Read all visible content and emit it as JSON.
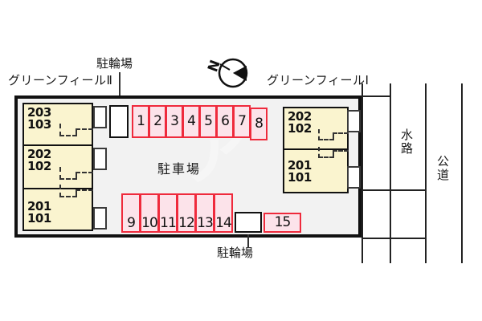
{
  "map": {
    "title_left_building": "グリーンフィールⅡ",
    "title_right_building": "グリーンフィールⅠ",
    "parking_area_label": "駐車場",
    "bike_parking_top_label": "駐輪場",
    "bike_parking_bottom_label": "駐輪場",
    "waterway_label": "水路",
    "public_road_label": "公道",
    "compass_letter": "N",
    "watermark_text": "ア",
    "colors": {
      "stall_fill": "#fce3ea",
      "stall_border": "#ef2a3c",
      "building_fill": "#faf4cf",
      "site_fill": "#f2f2f2",
      "outline": "#111111"
    }
  },
  "left_building": {
    "name": "グリーンフィールⅡ",
    "units": [
      {
        "upper": "203",
        "lower": "103"
      },
      {
        "upper": "202",
        "lower": "102"
      },
      {
        "upper": "201",
        "lower": "101"
      }
    ]
  },
  "right_building": {
    "name": "グリーンフィールⅠ",
    "units": [
      {
        "upper": "202",
        "lower": "102"
      },
      {
        "upper": "201",
        "lower": "101"
      }
    ]
  },
  "parking": {
    "top_row": [
      "1",
      "2",
      "3",
      "4",
      "5",
      "6",
      "7",
      "8"
    ],
    "bottom_row": [
      "9",
      "10",
      "11",
      "12",
      "13",
      "14"
    ],
    "detached_stall": "15"
  }
}
